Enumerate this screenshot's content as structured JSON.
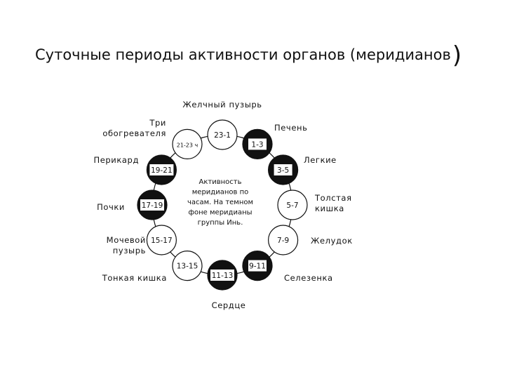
{
  "title": "Суточные периоды активности органов (меридианов",
  "title_close": ")",
  "colors": {
    "yin_fill": "#111111",
    "yang_fill": "#ffffff",
    "ink": "#111111"
  },
  "center_text": [
    "Активность",
    "меридианов по",
    "часам. На темном",
    "фоне меридианы",
    "группы Инь."
  ],
  "meridians": [
    {
      "organ": [
        "Желчный пузырь"
      ],
      "time": "23-1",
      "dark": false
    },
    {
      "organ": [
        "Печень"
      ],
      "time": "1-3",
      "dark": true
    },
    {
      "organ": [
        "Легкие"
      ],
      "time": "3-5",
      "dark": true
    },
    {
      "organ": [
        "Толстая",
        "кишка"
      ],
      "time": "5-7",
      "dark": false
    },
    {
      "organ": [
        "Желудок"
      ],
      "time": "7-9",
      "dark": false
    },
    {
      "organ": [
        "Селезенка"
      ],
      "time": "9-11",
      "dark": true
    },
    {
      "organ": [
        "Сердце"
      ],
      "time": "11-13",
      "dark": true
    },
    {
      "organ": [
        "Тонкая кишка"
      ],
      "time": "13-15",
      "dark": false
    },
    {
      "organ": [
        "Мочевой",
        "пузырь"
      ],
      "time": "15-17",
      "dark": false
    },
    {
      "organ": [
        "Почки"
      ],
      "time": "17-19",
      "dark": true
    },
    {
      "organ": [
        "Перикард"
      ],
      "time": "19-21",
      "dark": true
    },
    {
      "organ": [
        "Три",
        "обогревателя"
      ],
      "time": "21-23 ч",
      "dark": false
    }
  ]
}
